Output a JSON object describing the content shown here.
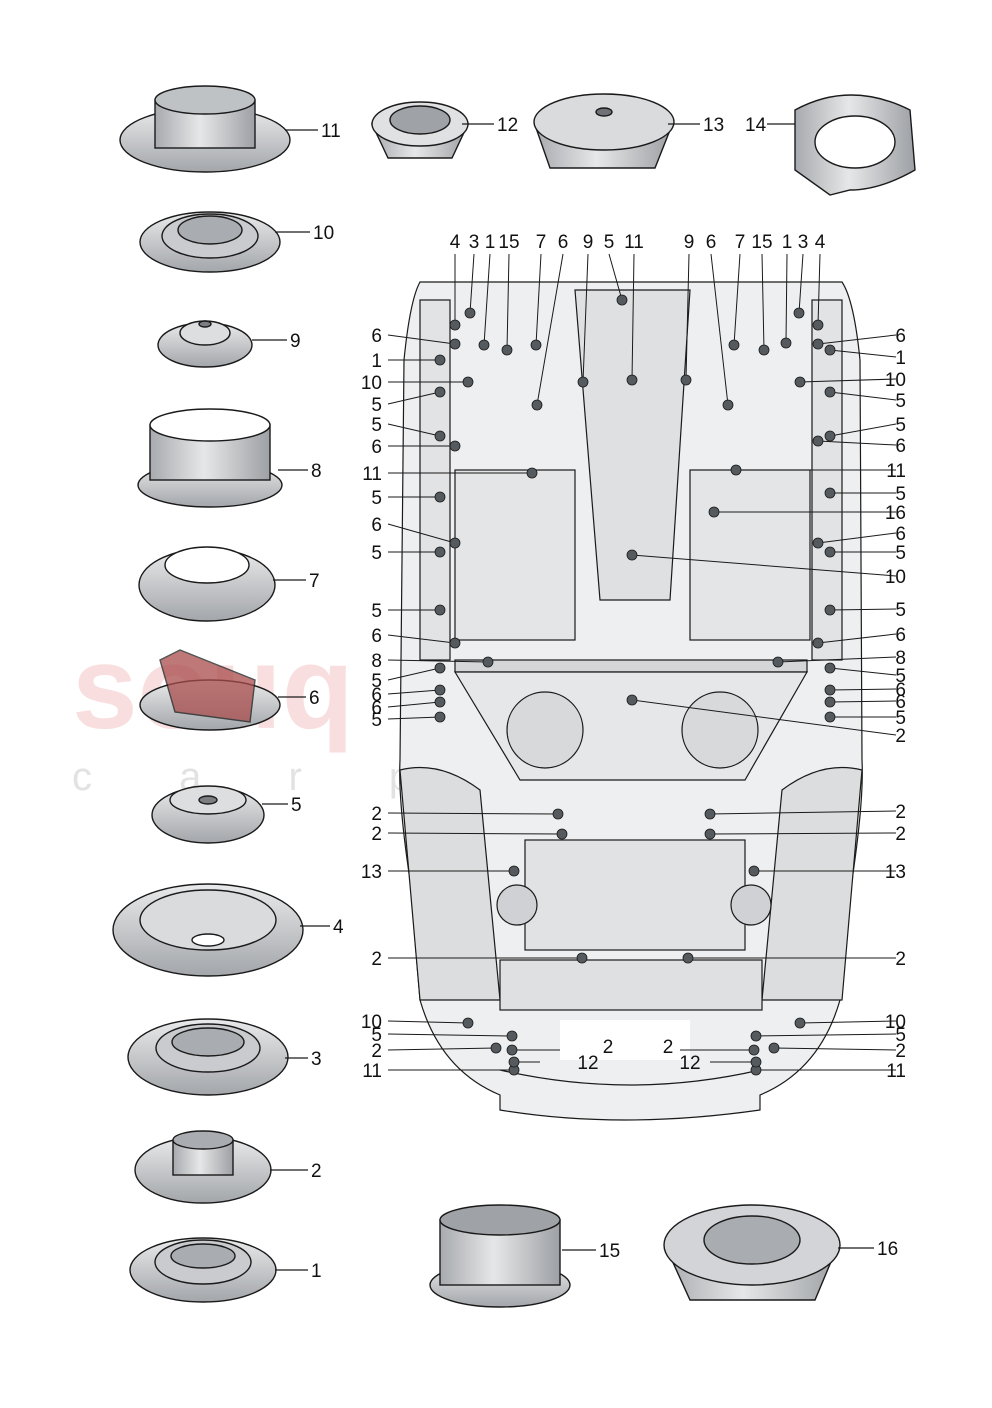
{
  "watermark": {
    "brand": "souq",
    "sub": "c a r p"
  },
  "parts": [
    {
      "key": "p11",
      "number": "11"
    },
    {
      "key": "p12",
      "number": "12"
    },
    {
      "key": "p13",
      "number": "13"
    },
    {
      "key": "p14",
      "number": "14"
    },
    {
      "key": "p10",
      "number": "10"
    },
    {
      "key": "p9",
      "number": "9"
    },
    {
      "key": "p8",
      "number": "8"
    },
    {
      "key": "p7",
      "number": "7"
    },
    {
      "key": "p6",
      "number": "6"
    },
    {
      "key": "p5",
      "number": "5"
    },
    {
      "key": "p4",
      "number": "4"
    },
    {
      "key": "p3",
      "number": "3"
    },
    {
      "key": "p2",
      "number": "2"
    },
    {
      "key": "p1",
      "number": "1"
    },
    {
      "key": "p15",
      "number": "15"
    },
    {
      "key": "p16",
      "number": "16"
    }
  ],
  "top_callouts": [
    "4",
    "3",
    "1",
    "15",
    "7",
    "6",
    "9",
    "5",
    "11",
    "9",
    "6",
    "7",
    "15",
    "1",
    "3",
    "4"
  ],
  "left_callouts": [
    "6",
    "1",
    "10",
    "5",
    "5",
    "6",
    "11",
    "5",
    "6",
    "5",
    "5",
    "6",
    "8",
    "5",
    "6",
    "6",
    "5",
    "2",
    "2",
    "13",
    "2",
    "10",
    "5",
    "2",
    "11"
  ],
  "right_callouts": [
    "6",
    "1",
    "10",
    "5",
    "5",
    "6",
    "11",
    "5",
    "16",
    "6",
    "5",
    "10",
    "5",
    "6",
    "8",
    "5",
    "6",
    "6",
    "5",
    "2",
    "2",
    "2",
    "13",
    "2",
    "10",
    "5",
    "2",
    "11"
  ],
  "inner_callouts": [
    "2",
    "12",
    "2",
    "12"
  ],
  "colors": {
    "part_fill": "#d3d5d7",
    "part_shade": "#a9acb0",
    "floor_fill": "#ebeced",
    "line": "#1a1a1a",
    "watermark": "#d93a3a"
  }
}
